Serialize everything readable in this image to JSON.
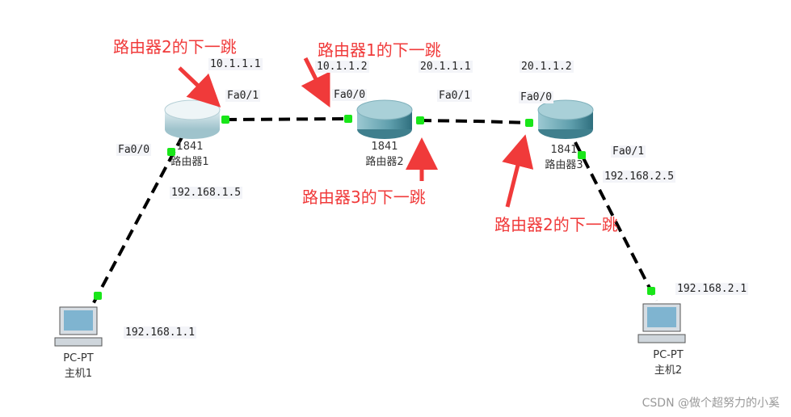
{
  "devices": {
    "router1": {
      "model": "1841",
      "name": "路由器1"
    },
    "router2": {
      "model": "1841",
      "name": "路由器2"
    },
    "router3": {
      "model": "1841",
      "name": "路由器3"
    },
    "pc1": {
      "model": "PC-PT",
      "name": "主机1"
    },
    "pc2": {
      "model": "PC-PT",
      "name": "主机2"
    }
  },
  "interfaces": {
    "r1_fa01": "Fa0/1",
    "r1_fa00": "Fa0/0",
    "r2_fa00": "Fa0/0",
    "r2_fa01": "Fa0/1",
    "r3_fa00": "Fa0/0",
    "r3_fa01": "Fa0/1"
  },
  "ips": {
    "r1_fa01": "10.1.1.1",
    "r2_fa00": "10.1.1.2",
    "r2_fa01": "20.1.1.1",
    "r3_fa00": "20.1.1.2",
    "r1_fa00": "192.168.1.5",
    "pc1": "192.168.1.1",
    "r3_fa01": "192.168.2.5",
    "pc2": "192.168.2.1"
  },
  "annotations": {
    "a1": "路由器2的下一跳",
    "a2": "路由器1的下一跳",
    "a3": "路由器3的下一跳",
    "a4": "路由器2的下一跳"
  },
  "watermark": "CSDN @做个超努力的小奚",
  "colors": {
    "annotation": "#f03a3a",
    "port": "#19e619",
    "link": "#000000"
  }
}
